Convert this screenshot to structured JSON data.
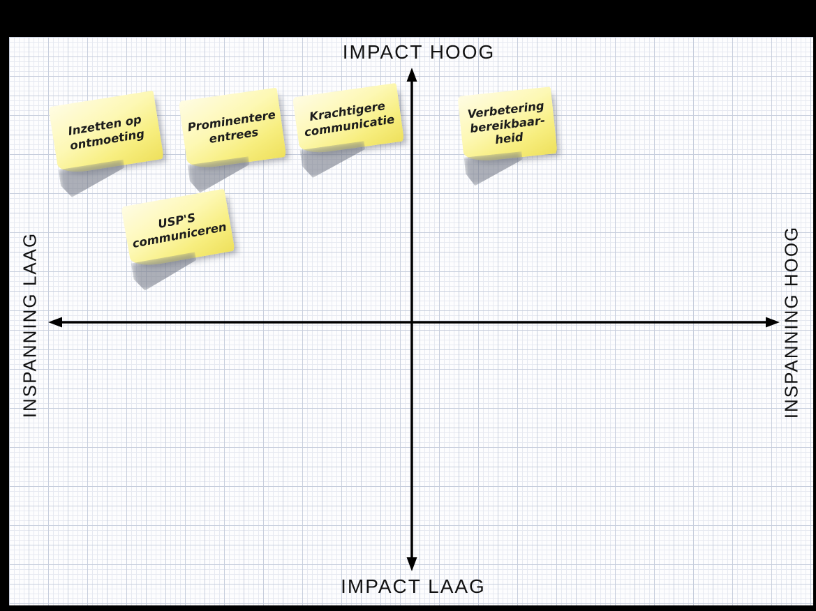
{
  "matrix": {
    "axes": {
      "top_label": "IMPACT HOOG",
      "bottom_label": "IMPACT LAAG",
      "left_label": "INSPANNING LAAG",
      "right_label": "INSPANNING HOOG"
    },
    "notes": [
      {
        "text": "Inzetten op\nontmoeting",
        "quadrant": "impact-hoog / inspanning-laag"
      },
      {
        "text": "Prominentere\nentrees",
        "quadrant": "impact-hoog / inspanning-laag"
      },
      {
        "text": "Krachtigere\ncommunicatie",
        "quadrant": "impact-hoog / inspanning-laag"
      },
      {
        "text": "Verbetering\nbereikbaar-\nheid",
        "quadrant": "impact-hoog / inspanning-hoog"
      },
      {
        "text": "USP'S\ncommuniceren",
        "quadrant": "impact-hoog / inspanning-laag"
      }
    ],
    "colors": {
      "frame": "#000000",
      "paper_background": "#fdfdfe",
      "grid_minor_line": "#e6e9f1",
      "grid_major_line": "#c7cedd",
      "axis_line": "#000000",
      "note_yellow_light": "#fffce4",
      "note_yellow_dark": "#eee05c",
      "note_shadow": "#767c89",
      "text_color": "#111111"
    }
  }
}
